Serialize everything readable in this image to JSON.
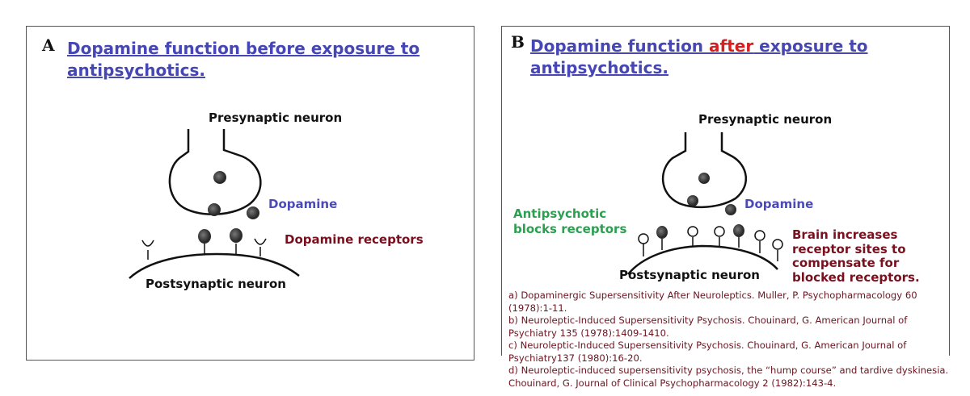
{
  "panel_a": {
    "letter": "A",
    "title_line1": "Dopamine function before exposure to",
    "title_line2": "antipsychotics.",
    "presynaptic": "Presynaptic neuron",
    "dopamine": "Dopamine",
    "receptors": "Dopamine receptors",
    "postsynaptic": "Postsynaptic neuron"
  },
  "panel_b": {
    "letter": "B",
    "title_pre": "Dopamine function ",
    "title_highlight": "after",
    "title_post": " exposure to",
    "title_line2": "antipsychotics.",
    "presynaptic": "Presynaptic neuron",
    "dopamine": "Dopamine",
    "antipsychotic_line1": "Antipsychotic",
    "antipsychotic_line2": "blocks receptors",
    "brain_lines": [
      "Brain increases",
      "receptor sites to",
      "compensate for",
      "blocked receptors."
    ],
    "postsynaptic": "Postsynaptic neuron",
    "references": [
      "a) Dopaminergic Supersensitivity After Neuroleptics. Muller, P. Psychopharmacology 60 (1978):1-11.",
      "b) Neuroleptic-Induced Supersensitivity Psychosis. Chouinard, G. American Journal of Psychiatry 135 (1978):1409-1410.",
      "c) Neuroleptic-Induced Supersensitivity Psychosis. Chouinard, G. American Journal of Psychiatry137 (1980):16-20.",
      "d) Neuroleptic-induced supersensitivity psychosis, the “hump course” and tardive dyskinesia. Chouinard, G. Journal of Clinical Psychopharmacology 2 (1982):143-4."
    ]
  },
  "colors": {
    "title": "#4646b4",
    "after": "#d42020",
    "receptor_label": "#7a0f1e",
    "antipsychotic": "#2aa050"
  }
}
